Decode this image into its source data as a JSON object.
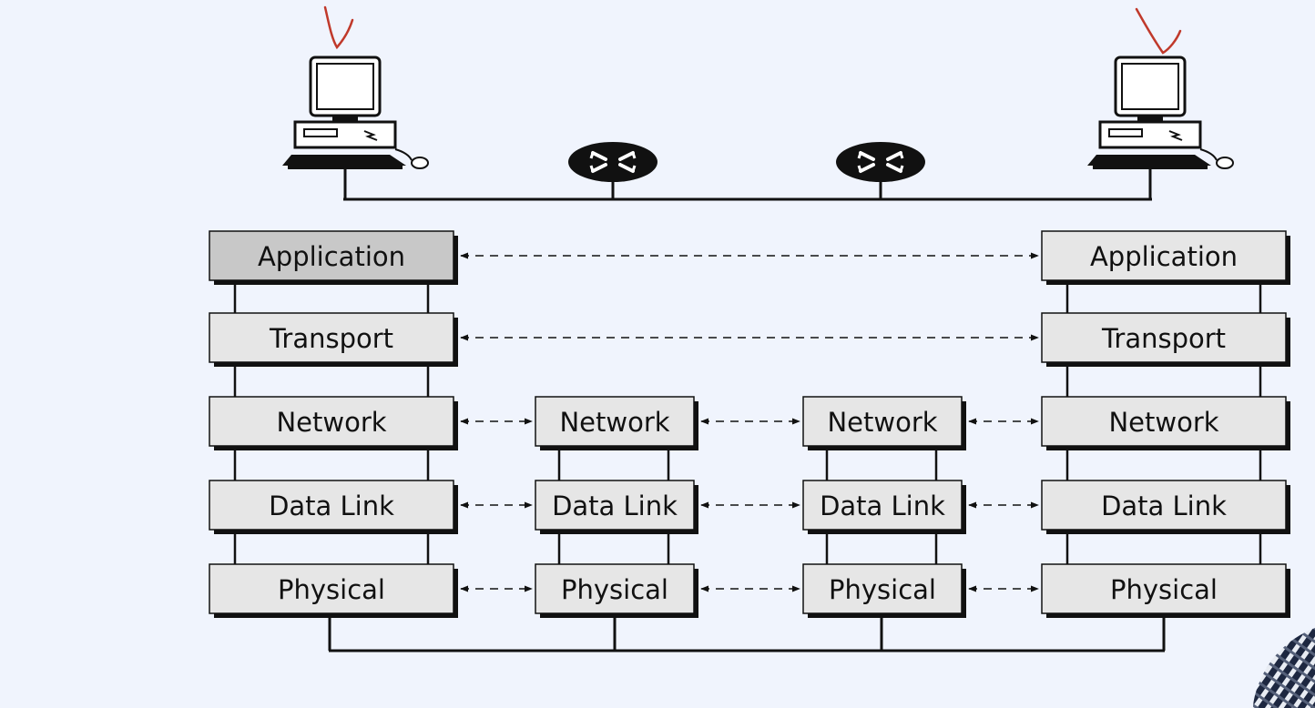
{
  "diagram": {
    "layers": {
      "application": "Application",
      "transport": "Transport",
      "network": "Network",
      "data_link": "Data Link",
      "physical": "Physical"
    },
    "stacks": [
      {
        "role": "host",
        "layers": [
          "application",
          "transport",
          "network",
          "data_link",
          "physical"
        ],
        "highlighted_layer": "application"
      },
      {
        "role": "router",
        "layers": [
          "network",
          "data_link",
          "physical"
        ]
      },
      {
        "role": "router",
        "layers": [
          "network",
          "data_link",
          "physical"
        ]
      },
      {
        "role": "host",
        "layers": [
          "application",
          "transport",
          "network",
          "data_link",
          "physical"
        ]
      }
    ],
    "devices": [
      {
        "type": "computer",
        "icon": "desktop-computer-icon"
      },
      {
        "type": "router",
        "icon": "router-icon"
      },
      {
        "type": "router",
        "icon": "router-icon"
      },
      {
        "type": "computer",
        "icon": "desktop-computer-icon"
      }
    ],
    "annotations": [
      "red-checkmark",
      "red-checkmark"
    ],
    "colors": {
      "background": "#f0f4fd",
      "box_fill": "#e6e6e6",
      "box_highlight": "#c8c8c8",
      "line": "#111111",
      "annotation": "#c0392b"
    }
  }
}
